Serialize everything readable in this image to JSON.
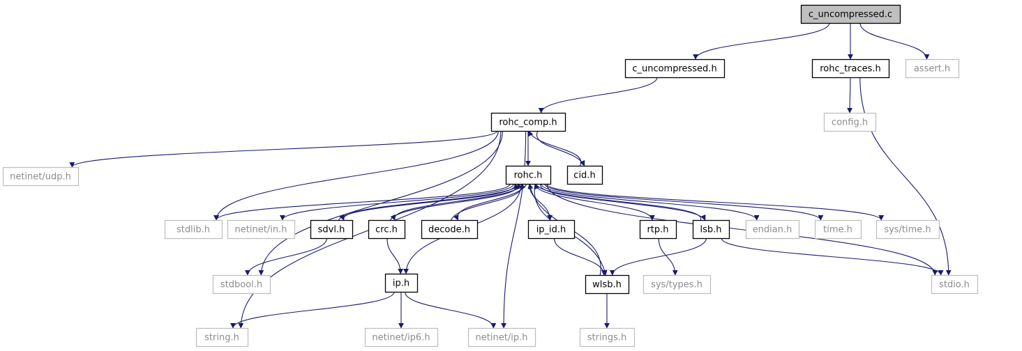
{
  "colors": {
    "edge": "#191970",
    "root_fill": "#bfbfbf",
    "project_border": "#000000",
    "external_border": "#bfbfbf",
    "project_text": "#000000",
    "external_text": "#8c8c8c"
  },
  "nodes": [
    {
      "id": "c_uncompressed_c",
      "label": "c_uncompressed.c",
      "kind": "root"
    },
    {
      "id": "c_uncompressed_h",
      "label": "c_uncompressed.h",
      "kind": "project"
    },
    {
      "id": "rohc_traces_h",
      "label": "rohc_traces.h",
      "kind": "project"
    },
    {
      "id": "assert_h",
      "label": "assert.h",
      "kind": "external"
    },
    {
      "id": "rohc_comp_h",
      "label": "rohc_comp.h",
      "kind": "project"
    },
    {
      "id": "config_h",
      "label": "config.h",
      "kind": "external"
    },
    {
      "id": "netinet_udp_h",
      "label": "netinet/udp.h",
      "kind": "external"
    },
    {
      "id": "rohc_h",
      "label": "rohc.h",
      "kind": "project"
    },
    {
      "id": "cid_h",
      "label": "cid.h",
      "kind": "project"
    },
    {
      "id": "stdlib_h",
      "label": "stdlib.h",
      "kind": "external"
    },
    {
      "id": "netinet_in_h",
      "label": "netinet/in.h",
      "kind": "external"
    },
    {
      "id": "sdvl_h",
      "label": "sdvl.h",
      "kind": "project"
    },
    {
      "id": "crc_h",
      "label": "crc.h",
      "kind": "project"
    },
    {
      "id": "decode_h",
      "label": "decode.h",
      "kind": "project"
    },
    {
      "id": "ip_id_h",
      "label": "ip_id.h",
      "kind": "project"
    },
    {
      "id": "rtp_h",
      "label": "rtp.h",
      "kind": "project"
    },
    {
      "id": "lsb_h",
      "label": "lsb.h",
      "kind": "project"
    },
    {
      "id": "endian_h",
      "label": "endian.h",
      "kind": "external"
    },
    {
      "id": "time_h",
      "label": "time.h",
      "kind": "external"
    },
    {
      "id": "sys_time_h",
      "label": "sys/time.h",
      "kind": "external"
    },
    {
      "id": "stdbool_h",
      "label": "stdbool.h",
      "kind": "external"
    },
    {
      "id": "ip_h",
      "label": "ip.h",
      "kind": "project"
    },
    {
      "id": "wlsb_h",
      "label": "wlsb.h",
      "kind": "project"
    },
    {
      "id": "sys_types_h",
      "label": "sys/types.h",
      "kind": "external"
    },
    {
      "id": "stdio_h",
      "label": "stdio.h",
      "kind": "external"
    },
    {
      "id": "string_h",
      "label": "string.h",
      "kind": "external"
    },
    {
      "id": "netinet_ip6_h",
      "label": "netinet/ip6.h",
      "kind": "external"
    },
    {
      "id": "netinet_ip_h",
      "label": "netinet/ip.h",
      "kind": "external"
    },
    {
      "id": "strings_h",
      "label": "strings.h",
      "kind": "external"
    }
  ],
  "edges": [
    {
      "from": "c_uncompressed_c",
      "to": "c_uncompressed_h"
    },
    {
      "from": "c_uncompressed_c",
      "to": "rohc_traces_h"
    },
    {
      "from": "c_uncompressed_c",
      "to": "assert_h"
    },
    {
      "from": "c_uncompressed_h",
      "to": "rohc_comp_h"
    },
    {
      "from": "rohc_traces_h",
      "to": "config_h"
    },
    {
      "from": "rohc_traces_h",
      "to": "stdio_h"
    },
    {
      "from": "rohc_comp_h",
      "to": "netinet_udp_h"
    },
    {
      "from": "rohc_comp_h",
      "to": "rohc_h"
    },
    {
      "from": "rohc_comp_h",
      "to": "cid_h"
    },
    {
      "from": "rohc_comp_h",
      "to": "stdlib_h"
    },
    {
      "from": "rohc_comp_h",
      "to": "stdbool_h"
    },
    {
      "from": "rohc_comp_h",
      "to": "string_h"
    },
    {
      "from": "rohc_comp_h",
      "to": "netinet_ip_h"
    },
    {
      "from": "cid_h",
      "to": "rohc_comp_h"
    },
    {
      "from": "rohc_h",
      "to": "stdlib_h"
    },
    {
      "from": "rohc_h",
      "to": "netinet_in_h"
    },
    {
      "from": "rohc_h",
      "to": "sdvl_h"
    },
    {
      "from": "rohc_h",
      "to": "crc_h"
    },
    {
      "from": "rohc_h",
      "to": "decode_h"
    },
    {
      "from": "rohc_h",
      "to": "ip_id_h"
    },
    {
      "from": "rohc_h",
      "to": "rtp_h"
    },
    {
      "from": "rohc_h",
      "to": "lsb_h"
    },
    {
      "from": "rohc_h",
      "to": "endian_h"
    },
    {
      "from": "rohc_h",
      "to": "time_h"
    },
    {
      "from": "rohc_h",
      "to": "sys_time_h"
    },
    {
      "from": "rohc_h",
      "to": "stdio_h"
    },
    {
      "from": "rohc_h",
      "to": "ip_h"
    },
    {
      "from": "rohc_h",
      "to": "wlsb_h"
    },
    {
      "from": "sdvl_h",
      "to": "rohc_h"
    },
    {
      "from": "sdvl_h",
      "to": "stdbool_h"
    },
    {
      "from": "crc_h",
      "to": "rohc_h"
    },
    {
      "from": "crc_h",
      "to": "ip_h"
    },
    {
      "from": "decode_h",
      "to": "rohc_h"
    },
    {
      "from": "ip_id_h",
      "to": "wlsb_h"
    },
    {
      "from": "rtp_h",
      "to": "sys_types_h"
    },
    {
      "from": "lsb_h",
      "to": "rohc_h"
    },
    {
      "from": "lsb_h",
      "to": "wlsb_h"
    },
    {
      "from": "lsb_h",
      "to": "stdio_h"
    },
    {
      "from": "wlsb_h",
      "to": "rohc_h"
    },
    {
      "from": "wlsb_h",
      "to": "strings_h"
    },
    {
      "from": "ip_h",
      "to": "string_h"
    },
    {
      "from": "ip_h",
      "to": "netinet_ip6_h"
    },
    {
      "from": "ip_h",
      "to": "netinet_ip_h"
    }
  ]
}
